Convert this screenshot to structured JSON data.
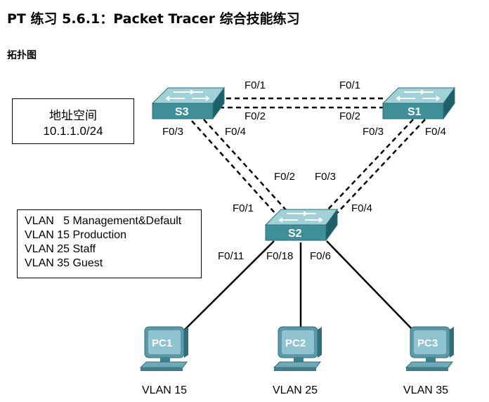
{
  "header": {
    "title": "PT 练习 5.6.1：Packet Tracer 综合技能练习",
    "subtitle": "拓扑图"
  },
  "address_box": {
    "line1": "地址空间",
    "line2": "10.1.1.0/24"
  },
  "vlan_box": {
    "lines": [
      "VLAN   5 Management&Default",
      "VLAN 15 Production",
      "VLAN 25 Staff",
      "VLAN 35 Guest"
    ]
  },
  "switches": {
    "s3": "S3",
    "s1": "S1",
    "s2": "S2"
  },
  "pcs": {
    "pc1": "PC1",
    "pc2": "PC2",
    "pc3": "PC3"
  },
  "ports": {
    "s3_f01": "F0/1",
    "s3_f02": "F0/2",
    "s3_f03": "F0/3",
    "s3_f04": "F0/4",
    "s1_f01": "F0/1",
    "s1_f02": "F0/2",
    "s1_f03": "F0/3",
    "s1_f04": "F0/4",
    "s2_f01": "F0/1",
    "s2_f02": "F0/2",
    "s2_f03": "F0/3",
    "s2_f04": "F0/4",
    "s2_f011": "F0/11",
    "s2_f018": "F0/18",
    "s2_f06": "F0/6"
  },
  "pc_vlans": {
    "pc1": "VLAN 15",
    "pc2": "VLAN 25",
    "pc3": "VLAN 35"
  },
  "colors": {
    "switch_top": "#9fd1d6",
    "switch_front": "#3f8f99",
    "switch_side": "#1f5f69",
    "pc_body": "#6fa9b8",
    "pc_screen": "#8fc3cf"
  }
}
